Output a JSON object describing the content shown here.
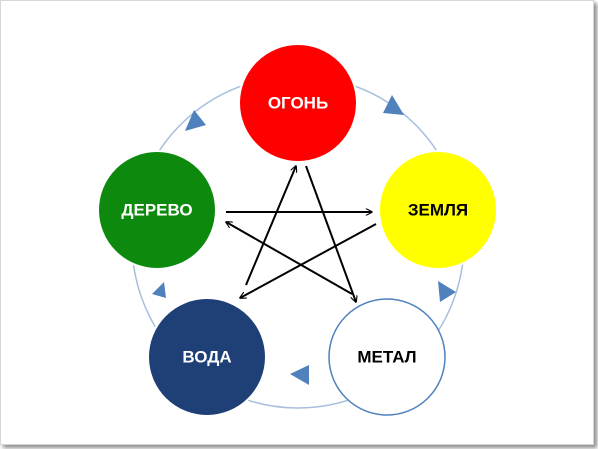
{
  "elements": [
    {
      "id": "fire",
      "label": "ОГОНЬ",
      "fill": "#ff0000",
      "text_color": "#ffffff"
    },
    {
      "id": "earth",
      "label": "ЗЕМЛЯ",
      "fill": "#ffff00",
      "text_color": "#000000"
    },
    {
      "id": "metal",
      "label": "МЕТАЛ",
      "fill": "#ffffff",
      "text_color": "#000000"
    },
    {
      "id": "water",
      "label": "ВОДА",
      "fill": "#1f3f77",
      "text_color": "#ffffff"
    },
    {
      "id": "wood",
      "label": "ДЕРЕВО",
      "fill": "#0d8a0d",
      "text_color": "#ffffff"
    }
  ],
  "cycle_color": "#a7bede",
  "arrowhead_color": "#4f81bd",
  "star_color": "#000000",
  "metal_stroke": "#4f81bd"
}
